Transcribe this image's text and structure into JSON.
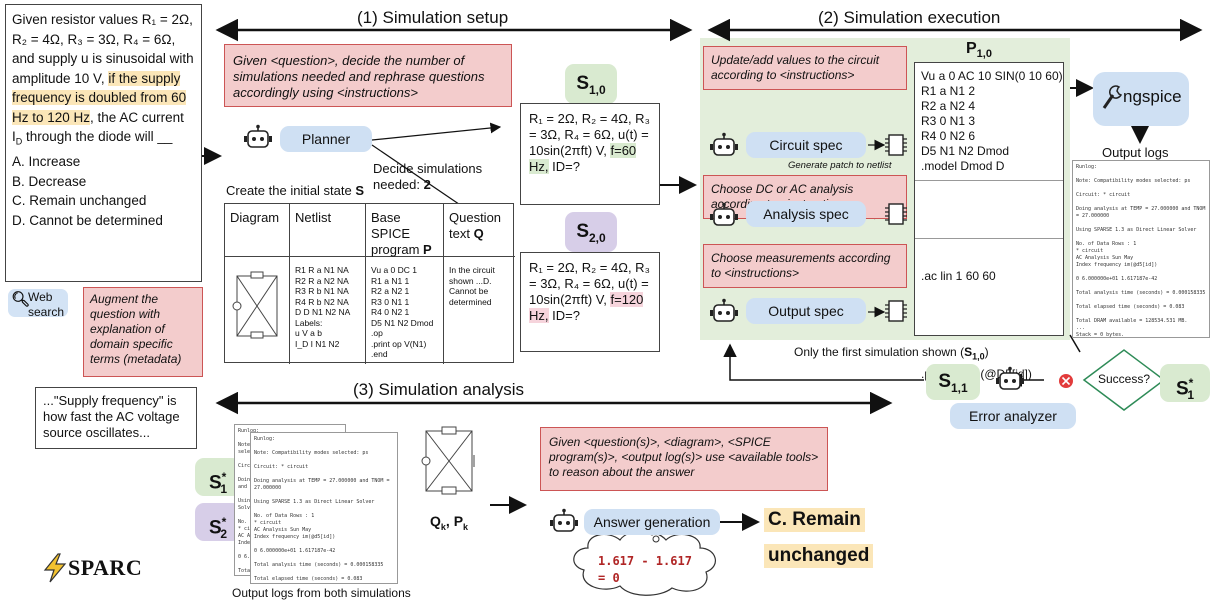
{
  "headers": {
    "setup": "(1) Simulation setup",
    "execution": "(2) Simulation execution",
    "analysis": "(3) Simulation analysis"
  },
  "question": {
    "pre": "Given resistor values R₁ = 2Ω, R₂ = 4Ω, R₃ = 3Ω, R₄ = 6Ω, and supply u is sinusoidal with amplitude 10 V, ",
    "highlight": "if the supply frequency is doubled from 60 Hz to 120 Hz",
    "post": ", the AC current I",
    "post_sub": "D",
    "post2": " through the diode will __",
    "options": [
      "A. Increase",
      "B. Decrease",
      "C. Remain unchanged",
      "D. Cannot be determined"
    ]
  },
  "web_search": "Web search",
  "metadata_note": "Augment the question with explanation of domain specific terms (metadata)",
  "planner_prompt": "Given <question>, decide the number of simulations needed and rephrase questions accordingly using <instructions>",
  "planner_label": "Planner",
  "decide_sim_label": "Decide simulations needed: ",
  "decide_sim_value": "2",
  "initial_state_label": "Create the initial state ",
  "initial_state_s": "S",
  "table": {
    "headers": [
      "Diagram",
      "Netlist",
      "Base SPICE program",
      "Question text"
    ],
    "header_bold": [
      "",
      "",
      "P",
      "Q"
    ],
    "netlist": "R1 R a N1 NA\nR2 R a N2 NA\nR3 R b N1 NA\nR4 R b N2 NA\nD D N1 N2 NA\nLabels:\nu V a b\nI_D I N1 N2",
    "program": "Vu a 0 DC 1\nR1 a N1 1\nR2 a N2 1\nR3 0 N1 1\nR4 0 N2 1\nD5 N1 N2 Dmod\n.op\n.print op V(N1)\n.end",
    "question_text": "In the circuit shown ...D. Cannot be determined"
  },
  "s10": {
    "label": "S",
    "sub": "1,0",
    "text_pre": "R₁ = 2Ω, R₂ = 4Ω, R₃ = 3Ω, R₄ = 6Ω, u(t) = 10sin(2πft) V, ",
    "freq": "f=60 Hz,",
    "text_post": "ID=?"
  },
  "s20": {
    "label": "S",
    "sub": "2,0",
    "text_pre": "R₁ = 2Ω, R₂ = 4Ω, R₃ = 3Ω, R₄ = 6Ω, u(t) = 10sin(2πft) V, ",
    "freq": "f=120 Hz,",
    "text_post": "ID=?"
  },
  "execution": {
    "p10_label": "P",
    "p10_sub": "1,0",
    "circuit_prompt": "Update/add values to the circuit according to <instructions>",
    "circuit_label": "Circuit spec",
    "patch_note": "Generate patch to netlist",
    "analysis_prompt": "Choose DC or AC analysis according to <instructions>",
    "analysis_label": "Analysis spec",
    "output_prompt": "Choose measurements according to <instructions>",
    "output_label": "Output spec",
    "program_1": "Vu a 0 AC 10 SIN(0 10 60)\nR1 a N1 2\nR2 a N2 4\nR3 0 N1 3\nR4 0 N2 6\nD5 N1 N2 Dmod\n.model Dmod D",
    "program_2": ".ac lin 1 60 60",
    "program_3": ".print ac Im(@D5[id])",
    "ngspice": "ngspice",
    "output_logs": "Output logs",
    "first_sim_note": "Only the first simulation shown (",
    "first_sim_s": "S",
    "first_sim_sub": "1,0",
    "first_sim_close": ")",
    "success": "Success?",
    "error_analyzer": "Error analyzer",
    "s11": "S",
    "s11_sub": "1,1",
    "s1star": "S",
    "s1star_sub": "1",
    "s1star_sup": "*"
  },
  "log_text": "Runlog:\n\nNote: Compatibility modes selected: ps\n\nCircuit: * circuit\n\nDoing analysis at TEMP = 27.000000 and TNOM = 27.000000\n\nUsing SPARSE 1.3 as Direct Linear Solver\n\nNo. of Data Rows : 1\n                                   * circuit\n                                   AC Analysis  Sun May\nIndex   frequency        im(@d5[id])\n\n0       6.000000e+01     1.617187e-42\n\nTotal analysis time (seconds) = 0.000158335\n\nTotal elapsed time (seconds) = 0.083\n\nTotal DRAM available = 128534.531 MB.\n...\nStack = 0 bytes.\nLibrary pages =      2,828 MB.",
  "analysis": {
    "supply_note": "...\"Supply frequency\" is how fast the AC voltage source oscillates...",
    "s1star": "S",
    "s1star_sub": "1",
    "s1star_sup": "*",
    "s2star": "S",
    "s2star_sub": "2",
    "s2star_sup": "*",
    "logs_caption": "Output logs from both simulations",
    "qp_label_q": "Q",
    "qp_sub_k": "k",
    "qp_label_p": "P",
    "answer_prompt": "Given <question(s)>, <diagram>, <SPICE program(s)>, <output log(s)> use <available tools> to reason about the answer",
    "answer_label": "Answer generation",
    "answer_line1": "C. Remain",
    "answer_line2": "unchanged",
    "thought": "1.617 - 1.617\n= 0"
  },
  "logo_text": "SPARC"
}
